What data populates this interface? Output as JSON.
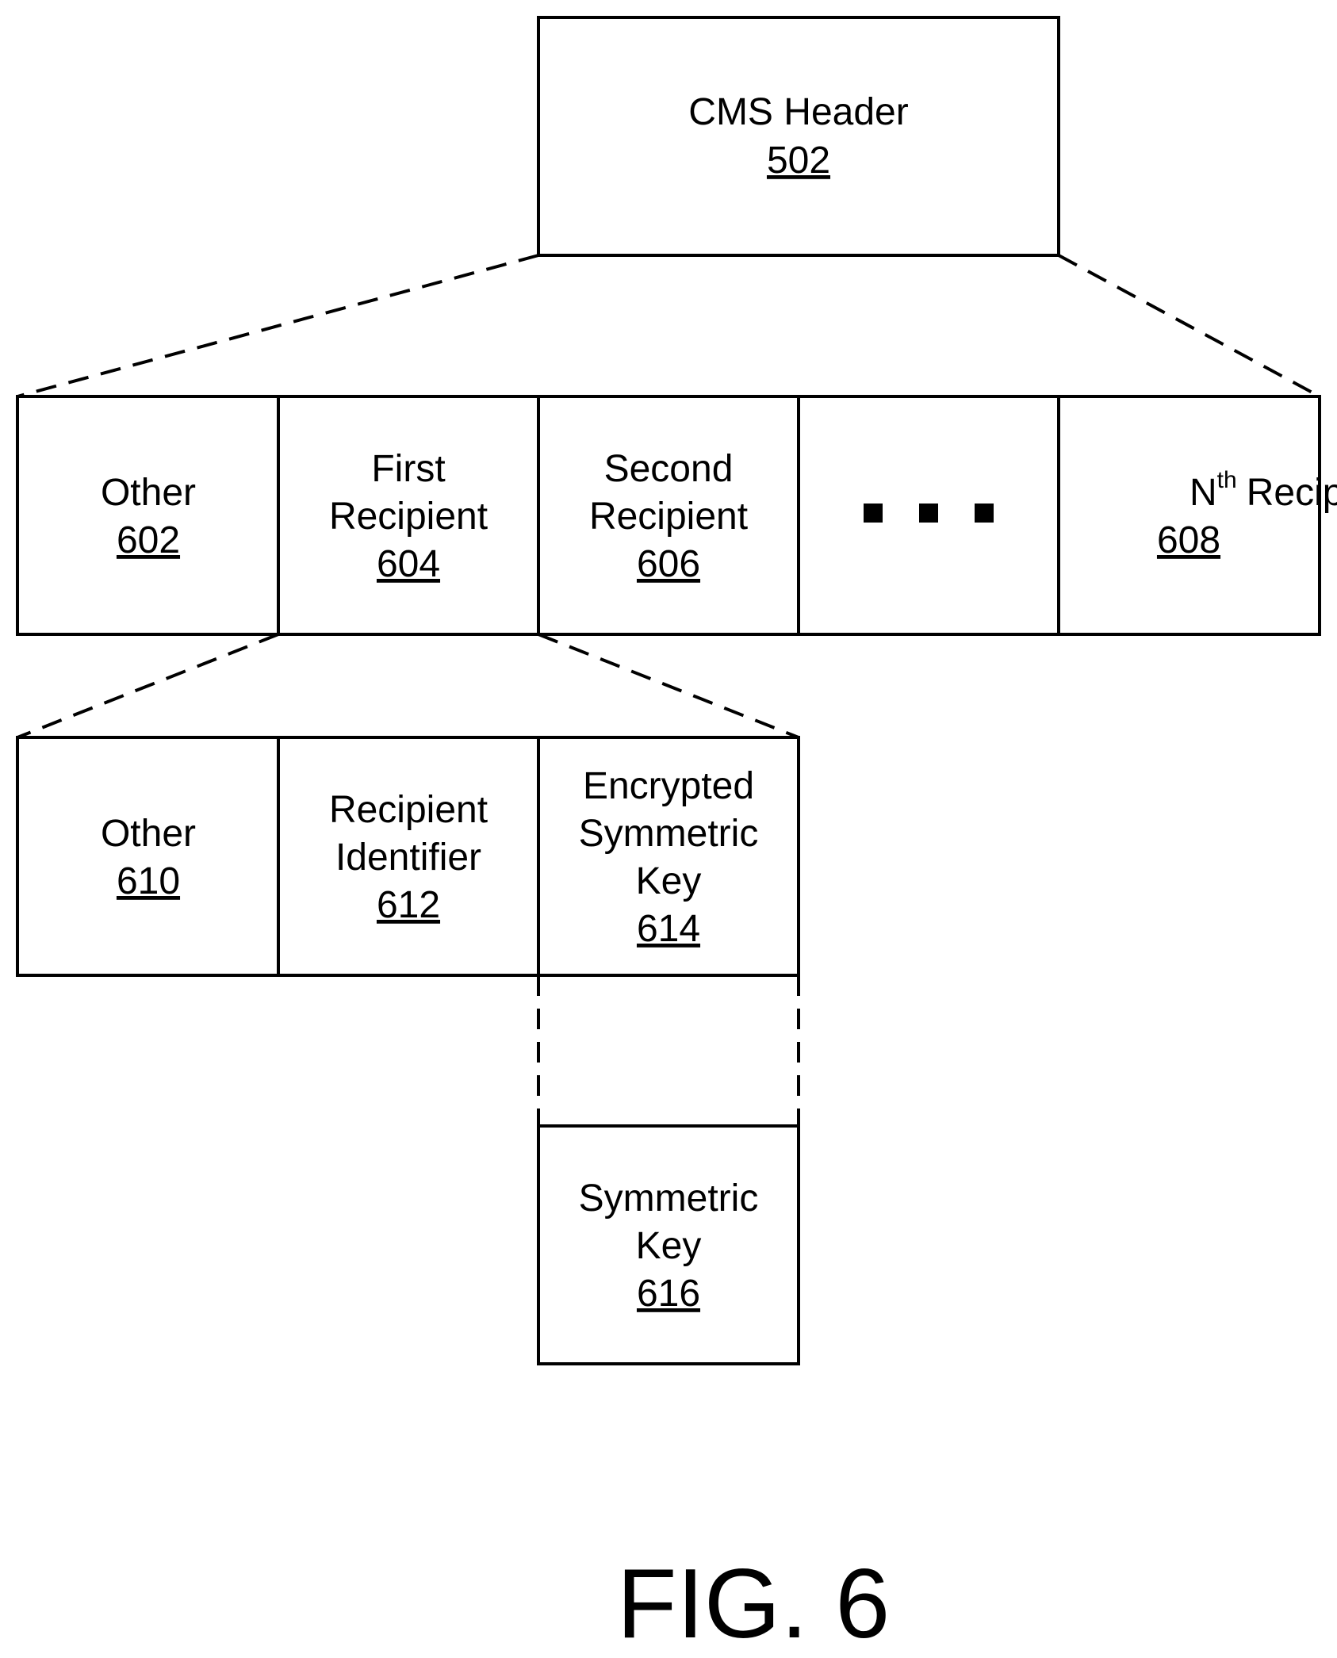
{
  "header": {
    "label": "CMS Header",
    "ref": "502"
  },
  "row1": {
    "other_label": "Other",
    "other_ref": "602",
    "first_line1": "First",
    "first_line2": "Recipient",
    "first_ref": "604",
    "second_line1": "Second",
    "second_line2": "Recipient",
    "second_ref": "606",
    "ellipsis": "■ ■ ■",
    "nth_base": "N",
    "nth_sup": "th",
    "nth_rest": "Recipient",
    "nth_ref": "608"
  },
  "row2": {
    "other_label": "Other",
    "other_ref": "610",
    "rid_line1": "Recipient",
    "rid_line2": "Identifier",
    "rid_ref": "612",
    "esk_line1": "Encrypted",
    "esk_line2": "Symmetric",
    "esk_line3": "Key",
    "esk_ref": "614"
  },
  "symkey": {
    "line1": "Symmetric",
    "line2": "Key",
    "ref": "616"
  },
  "figure": {
    "caption": "FIG. 6"
  }
}
